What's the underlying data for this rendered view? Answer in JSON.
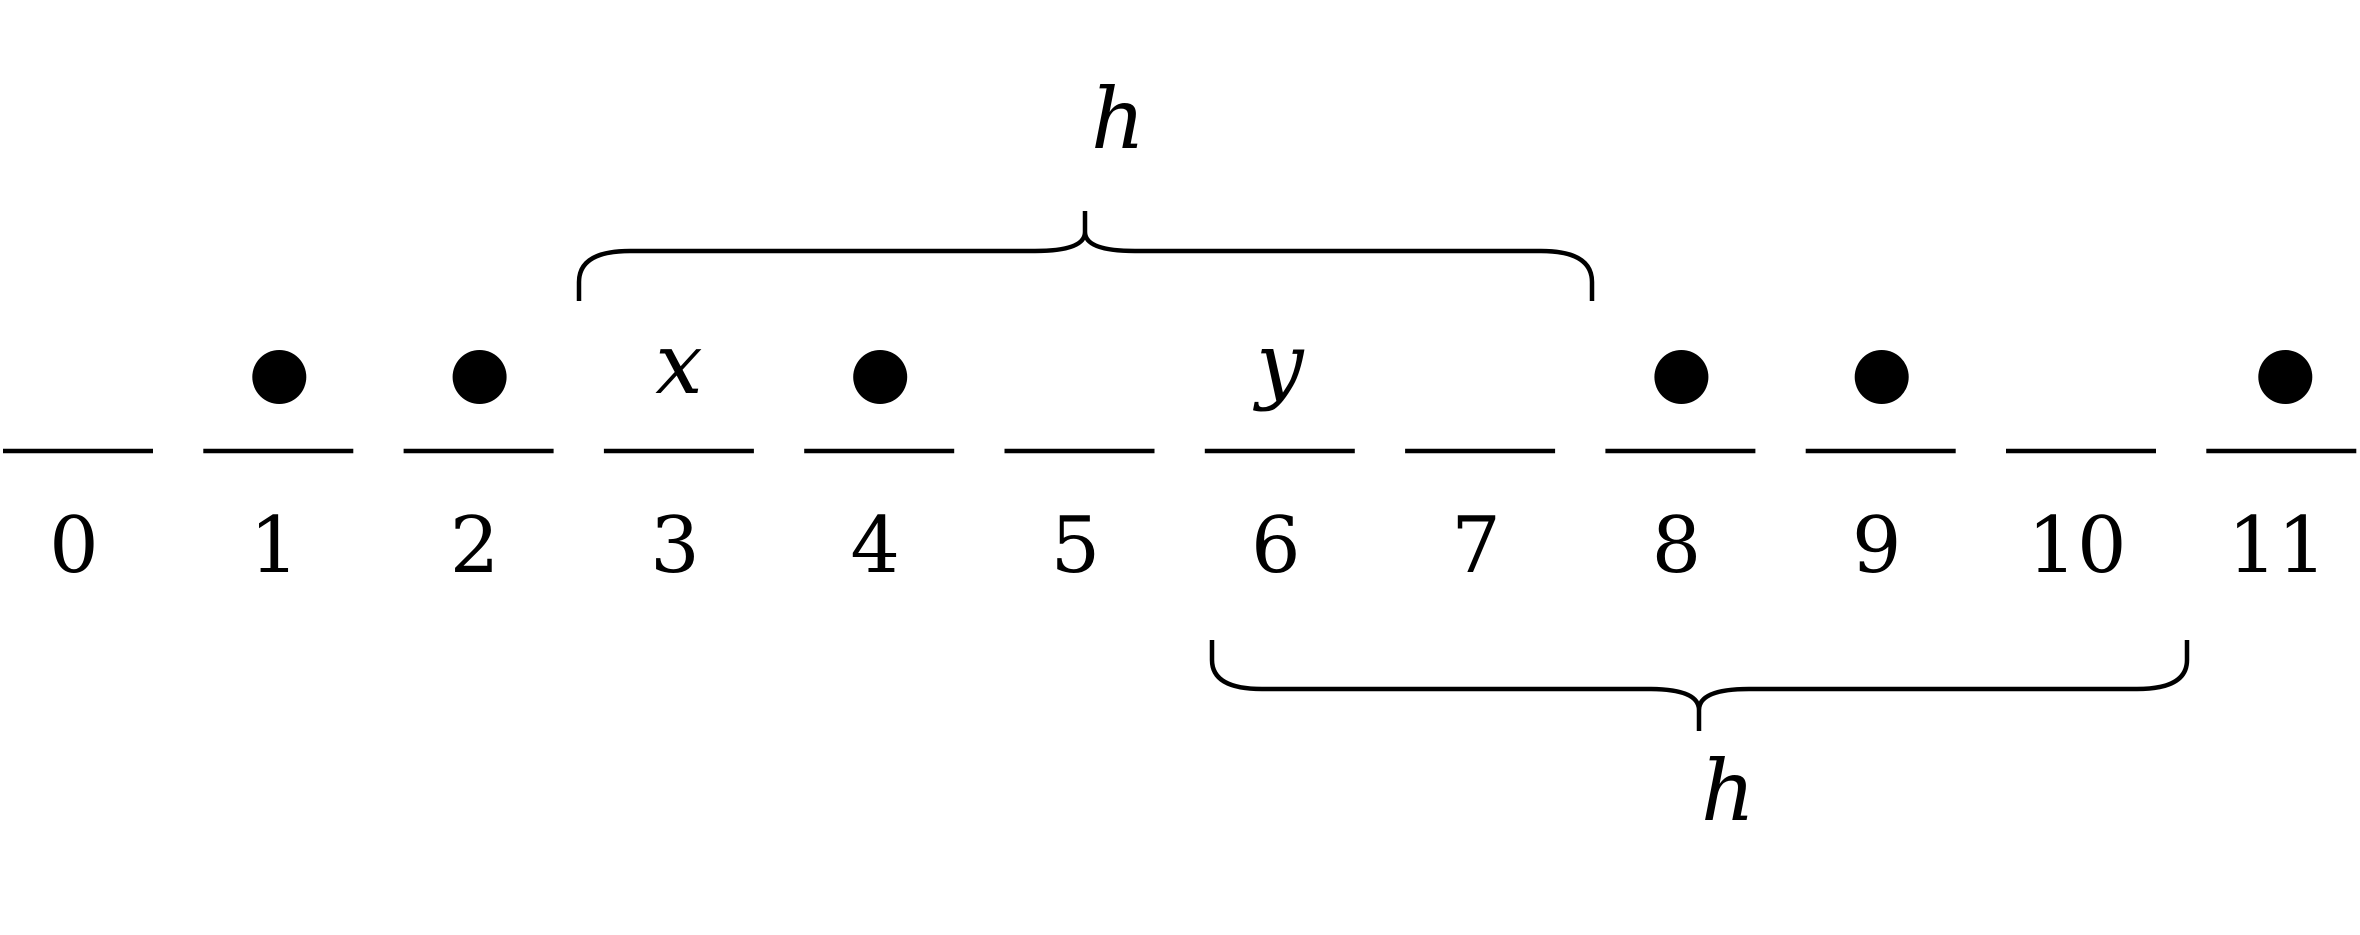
{
  "slots": [
    {
      "index": "0",
      "content": "empty"
    },
    {
      "index": "1",
      "content": "dot"
    },
    {
      "index": "2",
      "content": "dot"
    },
    {
      "index": "3",
      "content": "label",
      "label": "x"
    },
    {
      "index": "4",
      "content": "dot"
    },
    {
      "index": "5",
      "content": "empty"
    },
    {
      "index": "6",
      "content": "label",
      "label": "y"
    },
    {
      "index": "7",
      "content": "empty"
    },
    {
      "index": "8",
      "content": "dot"
    },
    {
      "index": "9",
      "content": "dot"
    },
    {
      "index": "10",
      "content": "empty"
    },
    {
      "index": "11",
      "content": "dot"
    }
  ],
  "braces": {
    "top": {
      "label": "h",
      "from_slot": 3,
      "to_slot": 7
    },
    "bottom": {
      "label": "h",
      "from_slot": 6,
      "to_slot": 10
    }
  },
  "colors": {
    "ink": "#000000",
    "background": "#ffffff"
  }
}
